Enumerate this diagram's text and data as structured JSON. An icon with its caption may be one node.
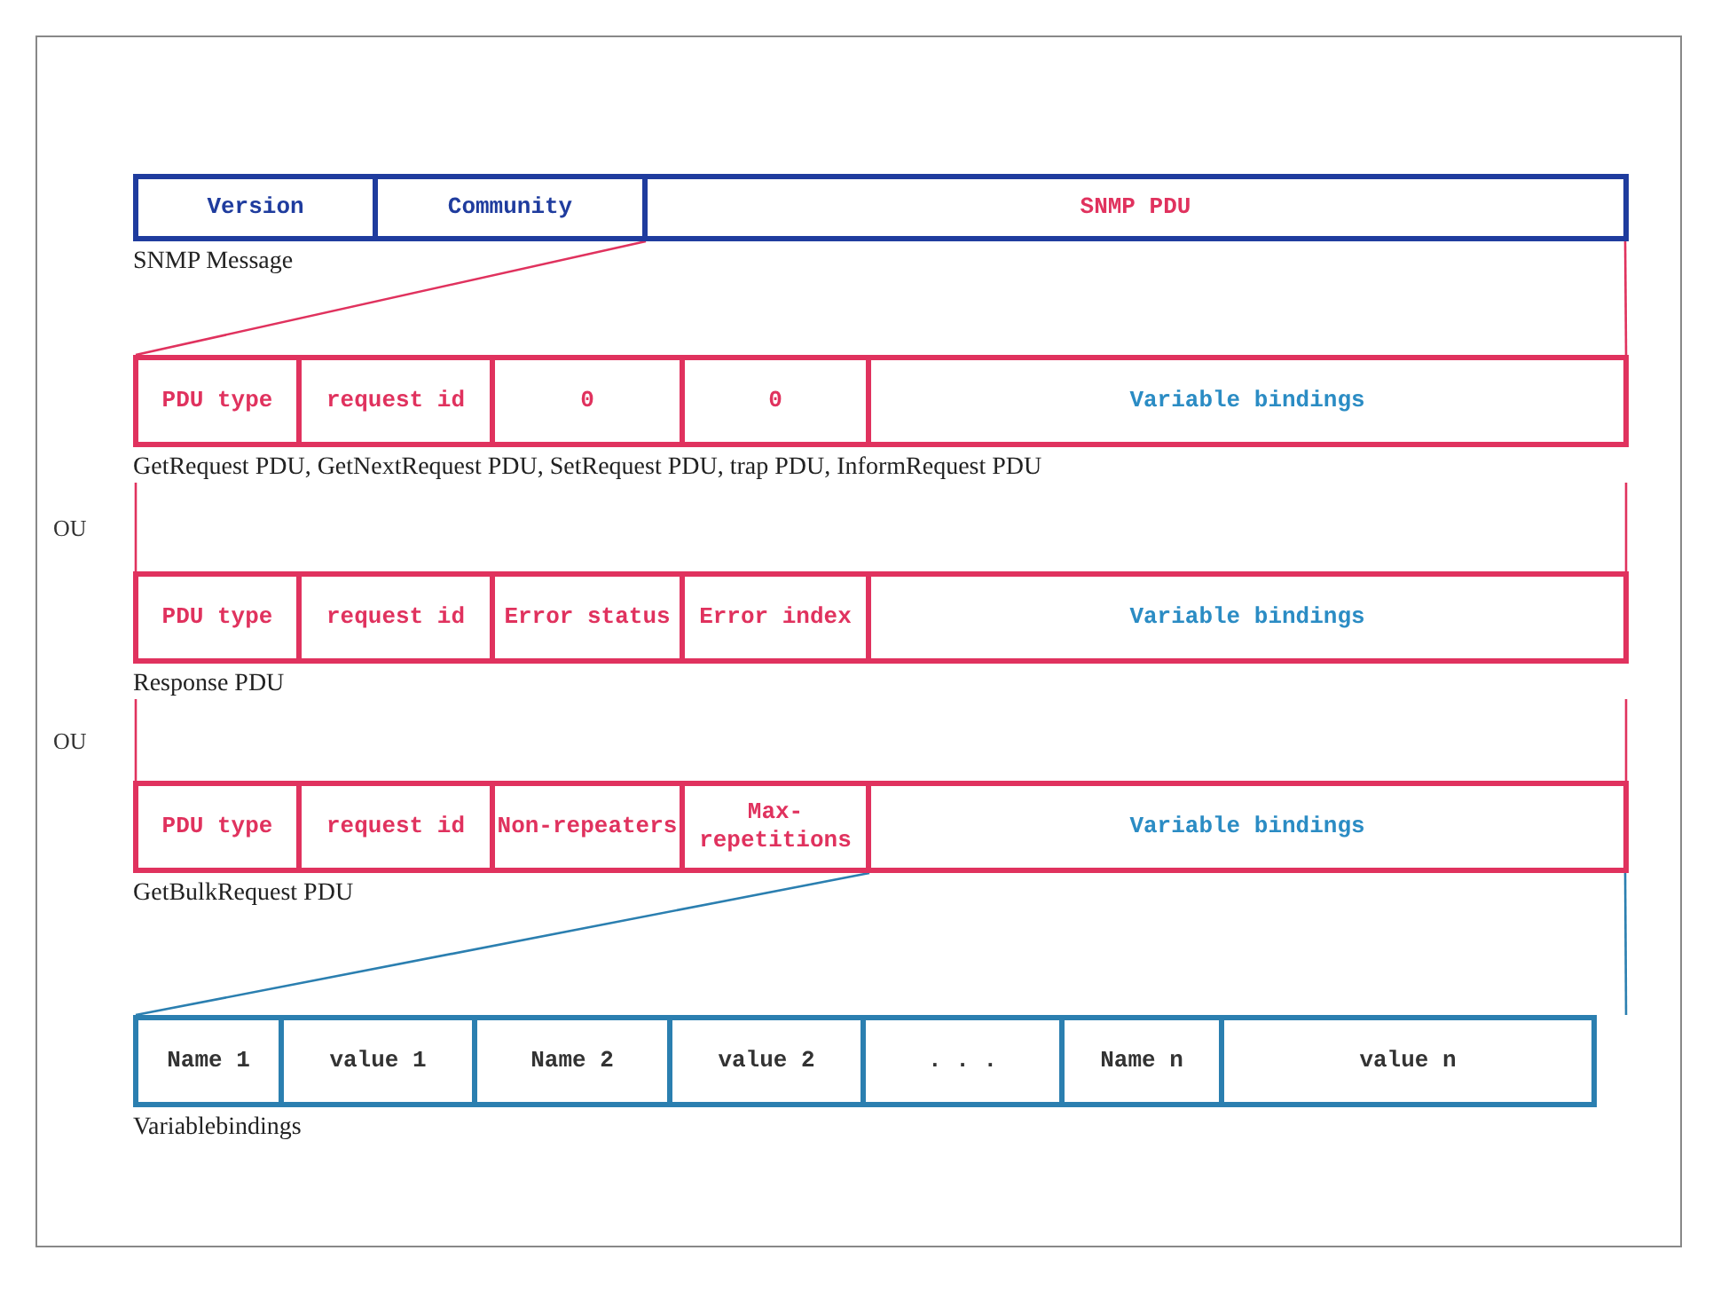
{
  "diagram": {
    "nodes": [
      {
        "text": [
          "SNMP Message"
        ]
      },
      {
        "text": [
          "Version"
        ],
        "in": 0
      },
      {
        "text": [
          "Community"
        ],
        "in": 0
      },
      {
        "text": [
          "SNMP PDU"
        ],
        "in": 0
      },
      {
        "text": [
          "GetRequest PDU, GetNextRequest PDU, SetRequest PDU, trap PDU, InformRequest PDU"
        ]
      },
      {
        "text": [
          "PDU type"
        ],
        "in": 4
      },
      {
        "text": [
          "request id"
        ],
        "in": 4
      },
      {
        "text": [
          "0"
        ],
        "in": 4
      },
      {
        "text": [
          "0"
        ],
        "in": 4
      },
      {
        "text": [
          "Variable bindings"
        ],
        "in": 4
      },
      {
        "text": [
          "Response PDU"
        ]
      },
      {
        "text": [
          "PDU type"
        ],
        "in": 10
      },
      {
        "text": [
          "request id"
        ],
        "in": 10
      },
      {
        "text": [
          "Error status"
        ],
        "in": 10
      },
      {
        "text": [
          "Error index"
        ],
        "in": 10
      },
      {
        "text": [
          "Variable bindings"
        ],
        "in": 10
      },
      {
        "text": [
          "GetBulkRequest PDU"
        ]
      },
      {
        "text": [
          "PDU type"
        ],
        "in": 16
      },
      {
        "text": [
          "request id"
        ],
        "in": 16
      },
      {
        "text": [
          "Non-repeaters"
        ],
        "in": 16
      },
      {
        "text": [
          "Max-repetitions"
        ],
        "in": 16
      },
      {
        "text": [
          "Variable bindings"
        ],
        "in": 16
      },
      {
        "text": [
          "Variablebindings"
        ]
      },
      {
        "text": [
          "Name 1"
        ],
        "in": 22
      },
      {
        "text": [
          "value 1"
        ],
        "in": 22
      },
      {
        "text": [
          "Name 2"
        ],
        "in": 22
      },
      {
        "text": [
          "value 2"
        ],
        "in": 22
      },
      {
        "text": [
          ". . ."
        ],
        "in": 22
      },
      {
        "text": [
          "Name n"
        ],
        "in": 22
      },
      {
        "text": [
          "value n"
        ],
        "in": 22
      }
    ],
    "edges": [
      {
        "from": 3,
        "to": 4,
        "arrow": "none"
      },
      {
        "from": 3,
        "to": 4,
        "arrow": "none"
      },
      {
        "from": 4,
        "to": 10,
        "arrow": "none"
      },
      {
        "from": 4,
        "to": 10,
        "arrow": "none"
      },
      {
        "from": 10,
        "to": 16,
        "arrow": "none"
      },
      {
        "from": 10,
        "to": 16,
        "arrow": "none"
      },
      {
        "from": 21,
        "to": 22,
        "arrow": "none",
        "color": "#2b7fb0"
      },
      {
        "from": 21,
        "to": 22,
        "arrow": "none",
        "color": "#2b7fb0"
      }
    ],
    "labels": [
      "OU",
      "OU"
    ]
  }
}
